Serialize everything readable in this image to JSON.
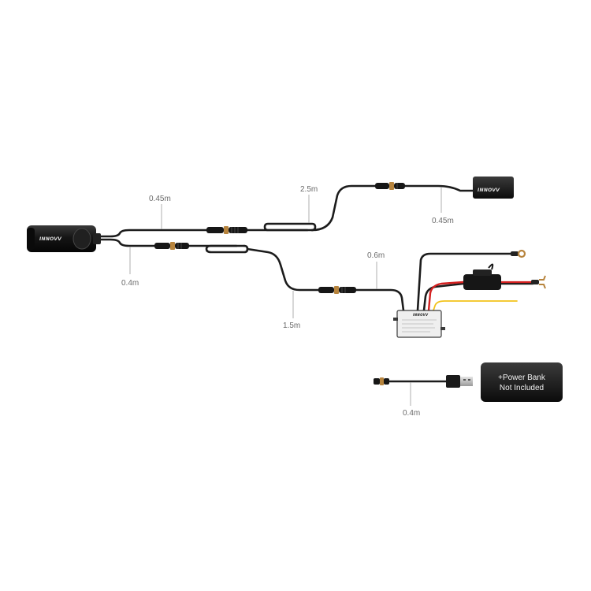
{
  "labels": {
    "main_left_top": "0.45m",
    "main_left_bottom": "0.4m",
    "rear_top": "2.5m",
    "rear_end": "0.45m",
    "power_long": "1.5m",
    "power_short": "0.6m",
    "usb": "0.4m"
  },
  "brand": {
    "front_camera": "INNOVV",
    "rear_camera": "INNOVV",
    "converter": "INNOVV"
  },
  "power_bank": {
    "line1": "+Power Bank",
    "line2": "Not Included"
  },
  "colors": {
    "cable": "#1c1c1c",
    "connector_ring": "#b7843d",
    "positive_wire": "#d42020",
    "yellow_wire": "#f2c21a",
    "label_text": "#6b6b6b"
  }
}
